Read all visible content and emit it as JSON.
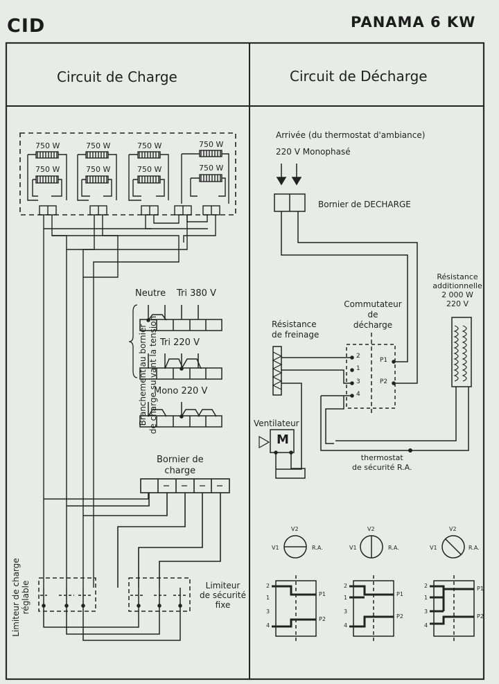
{
  "header": {
    "brand": "CID",
    "model": "PANAMA 6 KW"
  },
  "charge": {
    "title": "Circuit de Charge",
    "element_top": [
      "750 W",
      "750 W",
      "750 W",
      "750 W"
    ],
    "element_bottom": [
      "750 W",
      "750 W",
      "750 W",
      "750 W"
    ],
    "connection_label_line1": "Branchement au bornier",
    "connection_label_line2": "de charge suivant la tension",
    "neutre": "Neutre",
    "tri380": "Tri 380 V",
    "tri220": "Tri 220 V",
    "mono220": "Mono 220 V",
    "bornier_line1": "Bornier de",
    "bornier_line2": "charge",
    "limiteur_reglable_line1": "Limiteur de charge",
    "limiteur_reglable_line2": "réglable",
    "limiteur_fixe_line1": "Limiteur",
    "limiteur_fixe_line2": "de sécurité",
    "limiteur_fixe_line3": "fixe"
  },
  "decharge": {
    "title": "Circuit de Décharge",
    "arrivee": "Arrivée (du thermostat d'ambiance)",
    "supply": "220 V Monophasé",
    "bornier": "Bornier de DECHARGE",
    "resistance_add_line1": "Résistance",
    "resistance_add_line2": "additionnelle",
    "resistance_add_line3": "2 000 W",
    "resistance_add_line4": "220 V",
    "commutateur_line1": "Commutateur",
    "commutateur_line2": "de",
    "commutateur_line3": "décharge",
    "freinage_line1": "Résistance",
    "freinage_line2": "de freinage",
    "ventilateur": "Ventilateur",
    "motor": "M",
    "thermostat_line1": "thermostat",
    "thermostat_line2": "de sécurité R.A.",
    "term_labels": [
      "2",
      "1",
      "3",
      "4"
    ],
    "p1": "P1",
    "p2": "P2",
    "v1": "V1",
    "v2": "V2",
    "ra": "R.A."
  }
}
